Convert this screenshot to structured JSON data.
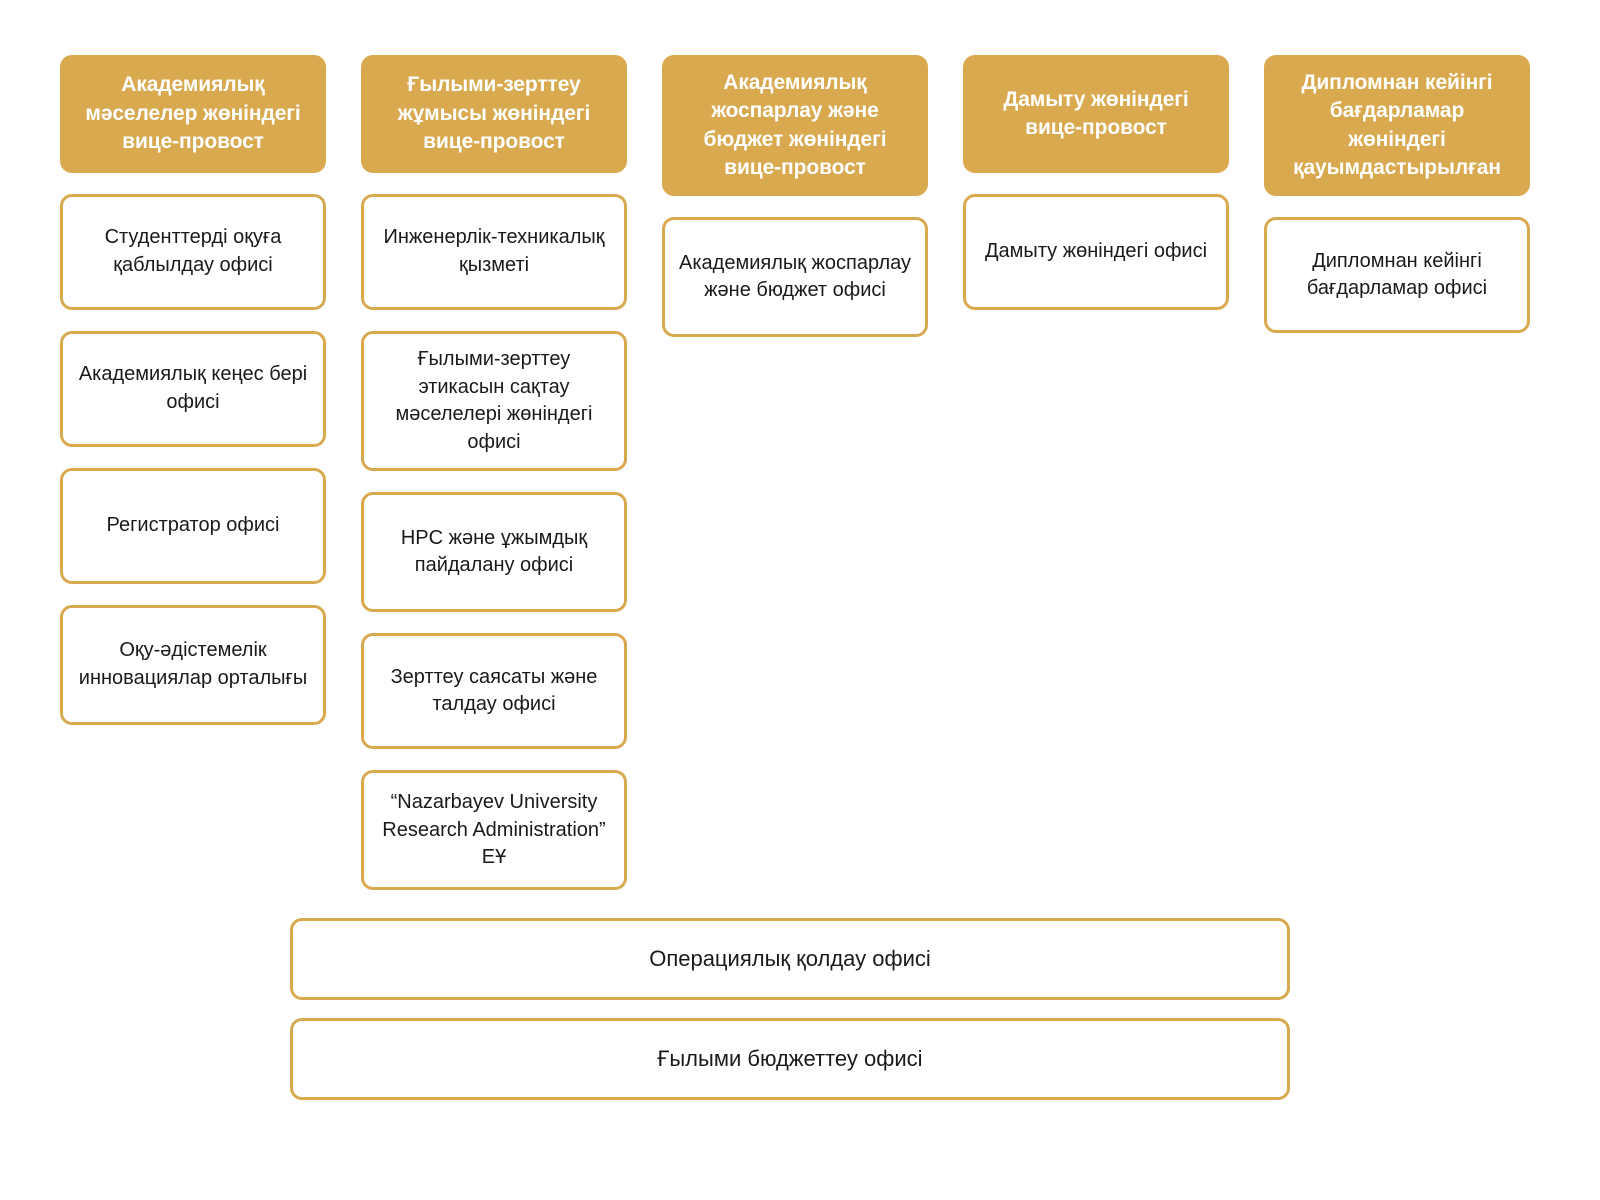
{
  "theme": {
    "accent_gold": "#D9A94F",
    "header_text_color": "#FFFFFF",
    "card_text_color": "#1A1A1A",
    "background": "#FFFFFF"
  },
  "columns": [
    {
      "header": "Академиялық мәселелер жөніндегі вице-провост",
      "cards": [
        "Студенттерді оқуға қаблылдау офисі",
        "Академиялық кеңес бері офисі",
        "Регистратор офисі",
        "Оқу-әдістемелік инновациялар орталығы"
      ]
    },
    {
      "header": "Ғылыми-зерттеу жұмысы жөніндегі вице-провост",
      "cards": [
        "Инженерлік-техникалық қызметі",
        "Ғылыми-зерттеу этикасын сақтау мәселелері жөніндегі офисі",
        "HPC және ұжымдық пайдалану офисі",
        "Зерттеу саясаты және талдау офисі",
        "“Nazarbayev University Research Administration” ЕҰ"
      ]
    },
    {
      "header": "Академиялық жоспарлау және бюджет жөніндегі вице-провост",
      "cards": [
        "Академиялық жоспарлау және бюджет офисі"
      ]
    },
    {
      "header": "Дамыту жөніндегі вице-провост",
      "cards": [
        "Дамыту жөніндегі офисі"
      ]
    },
    {
      "header": "Дипломнан кейінгі бағдарламар жөніндегі қауымдастырылған",
      "cards": [
        "Дипломнан кейінгі бағдарламар офисі"
      ]
    }
  ],
  "bottom_bars": [
    "Операциялық қолдау офисі",
    "Ғылыми бюджеттеу офисі"
  ]
}
